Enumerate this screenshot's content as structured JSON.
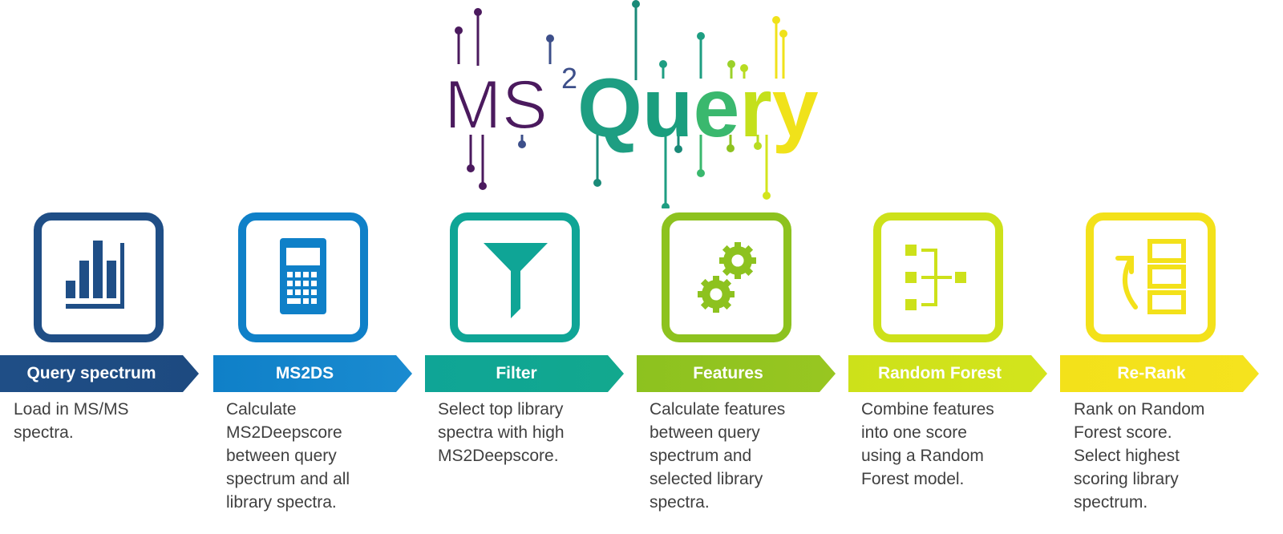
{
  "logo": {
    "ms": "MS",
    "superscript": "2",
    "query_letters": [
      {
        "char": "Q",
        "color": "#1e9e82"
      },
      {
        "char": "u",
        "color": "#1a9e7e"
      },
      {
        "char": "e",
        "color": "#3ab86e"
      },
      {
        "char": "r",
        "color": "#c4e01c"
      },
      {
        "char": "y",
        "color": "#f0e21a"
      }
    ],
    "ms_color": "#4b1a5e",
    "superscript_color": "#3d4f8a"
  },
  "steps": [
    {
      "title": "Query spectrum",
      "description": "Load in MS/MS\nspectra.",
      "icon": "bar-chart-icon",
      "color": "#1f4e86",
      "color2": "#1d4a80"
    },
    {
      "title": "MS2DS",
      "description": "Calculate\nMS2Deepscore\nbetween query\nspectrum and all\nlibrary spectra.",
      "icon": "calculator-icon",
      "color": "#0f80c8",
      "color2": "#1a8bd0"
    },
    {
      "title": "Filter",
      "description": "Select top library\nspectra with high\nMS2Deepscore.",
      "icon": "filter-funnel-icon",
      "color": "#0fa596",
      "color2": "#12a88e"
    },
    {
      "title": "Features",
      "description": "Calculate features\nbetween query\nspectrum and\nselected library\nspectra.",
      "icon": "gears-icon",
      "color": "#8dc21f",
      "color2": "#98c621"
    },
    {
      "title": "Random Forest",
      "description": "Combine features\ninto one score\nusing a Random\nForest model.",
      "icon": "decision-tree-icon",
      "color": "#cde11a",
      "color2": "#d3e41c"
    },
    {
      "title": "Re-Rank",
      "description": "Rank on Random\nForest score.\nSelect highest\nscoring library\nspectrum.",
      "icon": "rerank-list-icon",
      "color": "#f3e11a",
      "color2": "#f5e31e"
    }
  ]
}
